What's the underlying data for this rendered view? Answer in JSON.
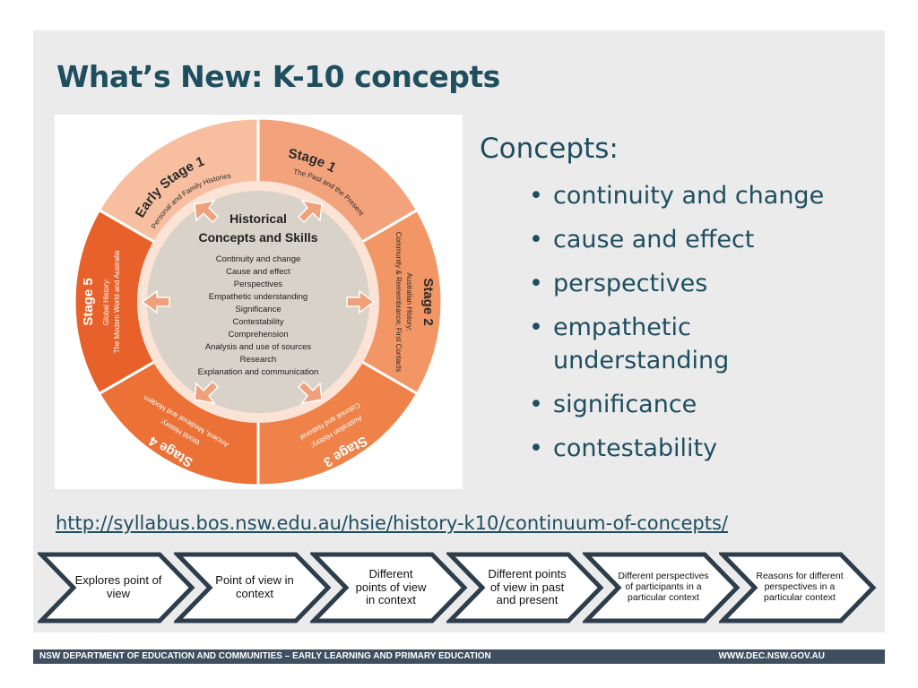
{
  "slide": {
    "title": "What’s New: K-10 concepts",
    "wheel": {
      "center_title_1": "Historical",
      "center_title_2": "Concepts and Skills",
      "center_items": [
        "Continuity and change",
        "Cause and effect",
        "Perspectives",
        "Empathetic understanding",
        "Significance",
        "Contestability",
        "Comprehension",
        "Analysis and use of sources",
        "Research",
        "Explanation and communication"
      ],
      "stages": [
        {
          "name": "Early Stage 1",
          "subtitle": "Personal and Family Histories"
        },
        {
          "name": "Stage 1",
          "subtitle": "The Past and the Present"
        },
        {
          "name": "Stage 2",
          "subtitle_1": "Australian History:",
          "subtitle_2": "Community & Remembrance; First Contacts"
        },
        {
          "name": "Stage 3",
          "subtitle_1": "Australian History:",
          "subtitle_2": "Colonial and National"
        },
        {
          "name": "Stage 4",
          "subtitle_1": "World History:",
          "subtitle_2": "Ancient, Medieval and Modern"
        },
        {
          "name": "Stage 5",
          "subtitle_1": "Global History:",
          "subtitle_2": "The Modern World and Australia"
        }
      ],
      "colors": {
        "early1": "#f7bfa0",
        "stage1": "#f3a37c",
        "stage2": "#f19664",
        "stage3": "#ee8248",
        "stage4": "#eb7136",
        "stage5": "#e9612a",
        "center": "#d8d2c8",
        "arrow": "#f0a07a"
      }
    },
    "concepts_heading": "Concepts:",
    "bullet_glyph": "•",
    "concepts": [
      "continuity and change",
      "cause and effect",
      "perspectives",
      "empathetic understanding",
      "significance",
      "contestability"
    ],
    "link": "http://syllabus.bos.nsw.edu.au/hsie/history-k10/continuum-of-concepts/",
    "chevrons": [
      "Explores point of view",
      "Point of view in context",
      "Different points of view in context",
      "Different points of view in past and present",
      "Different perspectives of participants in a particular context",
      "Reasons for different perspectives in a particular context"
    ],
    "footer_left": "NSW DEPARTMENT OF EDUCATION AND COMMUNITIES – EARLY LEARNING AND PRIMARY EDUCATION",
    "footer_right": "WWW.DEC.NSW.GOV.AU"
  }
}
